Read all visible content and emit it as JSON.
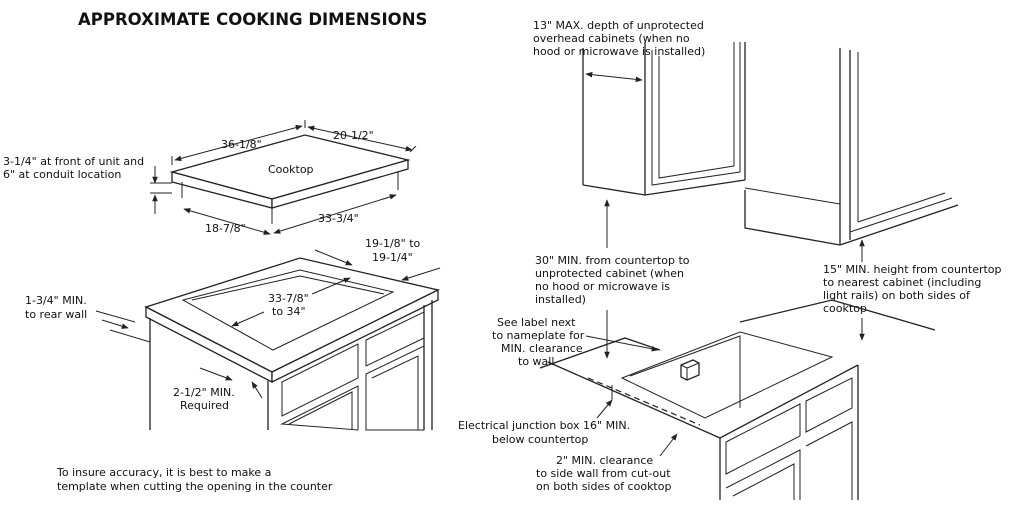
{
  "title": "APPROXIMATE COOKING DIMENSIONS",
  "cooktop": {
    "name": "Cooktop",
    "width": "36-1/8\"",
    "depth": "20-1/2\"",
    "height_note": [
      "3-1/4\" at front of unit and",
      "6\" at conduit location"
    ],
    "bottom_depth": "18-7/8\"",
    "bottom_width": "33-3/4\""
  },
  "cutout": {
    "depth": [
      "19-1/8\" to",
      "19-1/4\""
    ],
    "width": [
      "33-7/8\"",
      "to 34\""
    ],
    "rear": [
      "1-3/4\" MIN.",
      "to rear wall"
    ],
    "front": [
      "2-1/2\" MIN.",
      "Required"
    ]
  },
  "note": [
    "To insure accuracy, it is best to make a",
    "template when cutting the opening in the counter"
  ],
  "clearances": {
    "overhead": [
      "13\" MAX. depth of unprotected",
      "overhead cabinets (when no",
      "hood or microwave is installed)"
    ],
    "min30": [
      "30\" MIN. from countertop to",
      "unprotected cabinet (when",
      "no hood or microwave is",
      "installed)"
    ],
    "min15": [
      "15\" MIN. height from countertop",
      "to nearest cabinet (including",
      "light rails) on both sides of",
      "cooktop"
    ],
    "label": [
      "See label next",
      "to nameplate for",
      "MIN. clearance",
      "to wall"
    ],
    "junction": [
      "Electrical junction box 16\" MIN.",
      "below countertop"
    ],
    "sidewall": [
      "2\" MIN. clearance",
      "to side wall from cut-out",
      "on both sides of cooktop"
    ]
  }
}
